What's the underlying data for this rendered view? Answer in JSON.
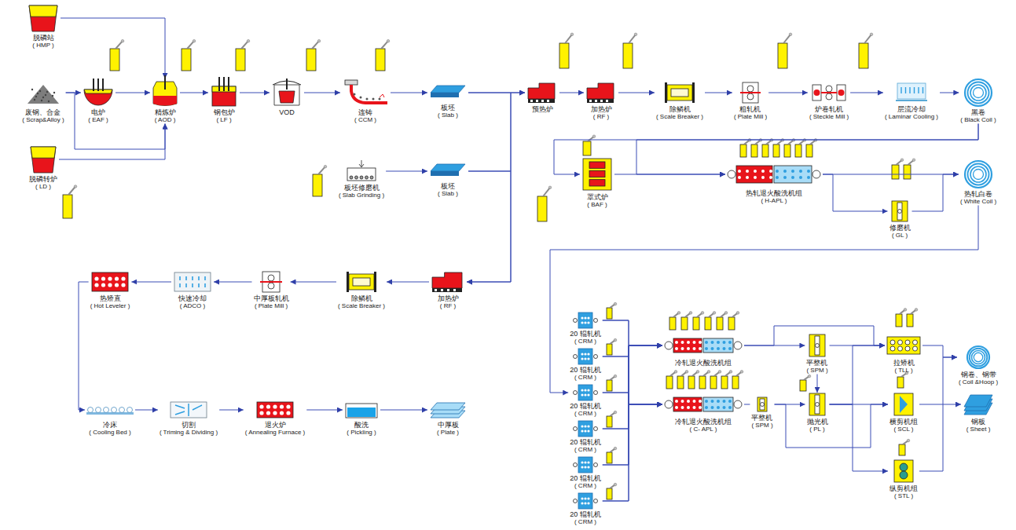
{
  "diagram": {
    "nodes": [
      {
        "text": [
          "脱磷站",
          "( HMP )"
        ]
      },
      {
        "text": [
          "废钢、合金",
          "( Scrap&Alloy )"
        ]
      },
      {
        "text": [
          "电炉",
          "( EAF )"
        ]
      },
      {
        "text": [
          "精炼炉",
          "( AOD )"
        ]
      },
      {
        "text": [
          "钢包炉",
          "( LF )"
        ]
      },
      {
        "text": [
          "VOD"
        ]
      },
      {
        "text": [
          "连铸",
          "( CCM )"
        ]
      },
      {
        "text": [
          "板坯",
          "( Slab )"
        ]
      },
      {
        "text": [
          "板坯修磨机",
          "( Slab Grinding )"
        ]
      },
      {
        "text": [
          "板坯",
          "( Slab )"
        ]
      },
      {
        "text": [
          "脱磷转炉",
          "( LD )"
        ]
      },
      {
        "text": [
          "预热炉"
        ]
      },
      {
        "text": [
          "加热炉",
          "( RF )"
        ]
      },
      {
        "text": [
          "除鳞机",
          "( Scale Breaker )"
        ]
      },
      {
        "text": [
          "粗轧机",
          "( Plate Mill )"
        ]
      },
      {
        "text": [
          "炉卷轧机",
          "( Steckle Mill )"
        ]
      },
      {
        "text": [
          "层流冷却",
          "( Laminar Cooling )"
        ]
      },
      {
        "text": [
          "黑卷",
          "( Black Coil )"
        ]
      },
      {
        "text": [
          "罩式炉",
          "( BAF )"
        ]
      },
      {
        "text": [
          "热轧退火酸洗机组",
          "( H-APL )"
        ]
      },
      {
        "text": [
          "修磨机",
          "( GL )"
        ]
      },
      {
        "text": [
          "热轧白卷",
          "( White Coil )"
        ]
      },
      {
        "text": [
          "加热炉",
          "( RF )"
        ]
      },
      {
        "text": [
          "除鳞机",
          "( Scale Breaker )"
        ]
      },
      {
        "text": [
          "中厚板轧机",
          "( Plate Mill )"
        ]
      },
      {
        "text": [
          "快速冷却",
          "( ADCO )"
        ]
      },
      {
        "text": [
          "热矫直",
          "( Hot Leveler )"
        ]
      },
      {
        "text": [
          "冷床",
          "( Cooling Bed )"
        ]
      },
      {
        "text": [
          "切割",
          "( Triming & Dividing )"
        ]
      },
      {
        "text": [
          "退火炉",
          "( Annealing Furnace )"
        ]
      },
      {
        "text": [
          "酸洗",
          "( Pickling )"
        ]
      },
      {
        "text": [
          "中厚板",
          "( Plate )"
        ]
      },
      {
        "text": [
          "20 辊轧机",
          "( CRM )"
        ]
      },
      {
        "text": [
          "20 辊轧机",
          "( CRM )"
        ]
      },
      {
        "text": [
          "20 辊轧机",
          "( CRM )"
        ]
      },
      {
        "text": [
          "20 辊轧机",
          "( CRM )"
        ]
      },
      {
        "text": [
          "20 辊轧机",
          "( CRM )"
        ]
      },
      {
        "text": [
          "20 辊轧机",
          "( CRM )"
        ]
      },
      {
        "text": [
          "冷轧退火酸洗机组"
        ]
      },
      {
        "text": [
          "冷轧退火酸洗机组",
          "( C- APL )"
        ]
      },
      {
        "text": [
          "平整机",
          "( SPM )"
        ]
      },
      {
        "text": [
          "平整机",
          "( SPM )"
        ]
      },
      {
        "text": [
          "抛光机",
          "( PL )"
        ]
      },
      {
        "text": [
          "拉矫机",
          "( TLL )"
        ]
      },
      {
        "text": [
          "横剪机组",
          "( SCL )"
        ]
      },
      {
        "text": [
          "纵剪机组",
          "( STL )"
        ]
      },
      {
        "text": [
          "钢卷、钢带",
          "( Coil &Hoop )"
        ]
      },
      {
        "text": [
          "钢板",
          "( Sheet )"
        ]
      }
    ],
    "edges": [
      {
        "from": 0,
        "to": 3,
        "arrow": "to"
      },
      {
        "from": 1,
        "to": 2,
        "arrow": "to"
      },
      {
        "from": 2,
        "to": 3,
        "arrow": "to"
      },
      {
        "from": 1,
        "to": 3,
        "arrow": "to"
      },
      {
        "from": 10,
        "to": 3,
        "arrow": "to"
      },
      {
        "from": 3,
        "to": 4,
        "arrow": "to"
      },
      {
        "from": 4,
        "to": 5,
        "arrow": "to"
      },
      {
        "from": 5,
        "to": 6,
        "arrow": "to"
      },
      {
        "from": 6,
        "to": 7,
        "arrow": "to"
      },
      {
        "from": 8,
        "to": 9,
        "arrow": "to"
      },
      {
        "from": 7,
        "to": 11,
        "arrow": "to"
      },
      {
        "from": 9,
        "to": 11,
        "arrow": "to"
      },
      {
        "from": 7,
        "to": 22,
        "arrow": "to"
      },
      {
        "from": 9,
        "to": 22,
        "arrow": "to"
      },
      {
        "from": 11,
        "to": 12,
        "arrow": "to"
      },
      {
        "from": 12,
        "to": 13,
        "arrow": "to"
      },
      {
        "from": 13,
        "to": 14,
        "arrow": "to"
      },
      {
        "from": 14,
        "to": 15,
        "arrow": "to"
      },
      {
        "from": 15,
        "to": 16,
        "arrow": "to"
      },
      {
        "from": 16,
        "to": 17,
        "arrow": "to"
      },
      {
        "from": 17,
        "to": 18,
        "arrow": "to"
      },
      {
        "from": 17,
        "to": 19,
        "arrow": "to"
      },
      {
        "from": 18,
        "to": 19,
        "arrow": "to"
      },
      {
        "from": 19,
        "to": 21,
        "arrow": "to"
      },
      {
        "from": 19,
        "to": 20,
        "arrow": "to"
      },
      {
        "from": 20,
        "to": 21,
        "arrow": "to"
      },
      {
        "from": 21,
        "to": 34,
        "arrow": "to"
      },
      {
        "from": 32,
        "to": 38,
        "arrow": "to"
      },
      {
        "from": 33,
        "to": 38,
        "arrow": "to"
      },
      {
        "from": 34,
        "to": 38,
        "arrow": "to"
      },
      {
        "from": 35,
        "to": 38,
        "arrow": "to"
      },
      {
        "from": 36,
        "to": 38,
        "arrow": "to"
      },
      {
        "from": 37,
        "to": 38,
        "arrow": "to"
      },
      {
        "from": 32,
        "to": 39,
        "arrow": "to"
      },
      {
        "from": 33,
        "to": 39,
        "arrow": "to"
      },
      {
        "from": 34,
        "to": 39,
        "arrow": "to"
      },
      {
        "from": 35,
        "to": 39,
        "arrow": "to"
      },
      {
        "from": 36,
        "to": 39,
        "arrow": "to"
      },
      {
        "from": 37,
        "to": 39,
        "arrow": "to"
      },
      {
        "from": 38,
        "to": 41,
        "arrow": "to"
      },
      {
        "from": 38,
        "to": 43,
        "arrow": "to"
      },
      {
        "from": 39,
        "to": 40,
        "arrow": "none"
      },
      {
        "from": 40,
        "to": 42,
        "arrow": "to"
      },
      {
        "from": 40,
        "to": 44,
        "arrow": "to"
      },
      {
        "from": 41,
        "to": 42,
        "arrow": "to"
      },
      {
        "from": 41,
        "to": 43,
        "arrow": "to"
      },
      {
        "from": 42,
        "to": 43,
        "arrow": "to"
      },
      {
        "from": 42,
        "to": 44,
        "arrow": "to"
      },
      {
        "from": 42,
        "to": 45,
        "arrow": "to"
      },
      {
        "from": 43,
        "to": 46,
        "arrow": "to"
      },
      {
        "from": 45,
        "to": 46,
        "arrow": "to"
      },
      {
        "from": 44,
        "to": 47,
        "arrow": "to"
      },
      {
        "from": 22,
        "to": 23,
        "arrow": "to"
      },
      {
        "from": 23,
        "to": 24,
        "arrow": "to"
      },
      {
        "from": 24,
        "to": 25,
        "arrow": "to"
      },
      {
        "from": 25,
        "to": 26,
        "arrow": "to"
      },
      {
        "from": 26,
        "to": 27,
        "arrow": "to"
      },
      {
        "from": 27,
        "to": 28,
        "arrow": "to"
      },
      {
        "from": 28,
        "to": 29,
        "arrow": "to"
      },
      {
        "from": 29,
        "to": 30,
        "arrow": "to"
      },
      {
        "from": 30,
        "to": 31,
        "arrow": "to"
      }
    ]
  }
}
